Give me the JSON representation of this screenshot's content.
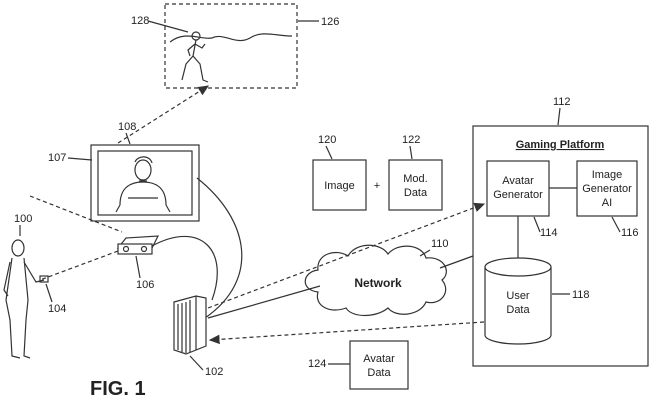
{
  "figure": {
    "label": "FIG. 1"
  },
  "refs": {
    "r100": "100",
    "r102": "102",
    "r104": "104",
    "r106": "106",
    "r107": "107",
    "r108": "108",
    "r110": "110",
    "r112": "112",
    "r114": "114",
    "r116": "116",
    "r118": "118",
    "r120": "120",
    "r122": "122",
    "r124": "124",
    "r126": "126",
    "r128": "128"
  },
  "boxes": {
    "image": "Image",
    "plus": "+",
    "mod_data_l1": "Mod.",
    "mod_data_l2": "Data",
    "avatar_data_l1": "Avatar",
    "avatar_data_l2": "Data",
    "avatar_generator_l1": "Avatar",
    "avatar_generator_l2": "Generator",
    "image_generator_l1": "Image",
    "image_generator_l2": "Generator",
    "image_generator_l3": "AI",
    "user_data_l1": "User",
    "user_data_l2": "Data"
  },
  "gaming_platform": {
    "title": "Gaming Platform"
  },
  "network": {
    "label": "Network"
  }
}
